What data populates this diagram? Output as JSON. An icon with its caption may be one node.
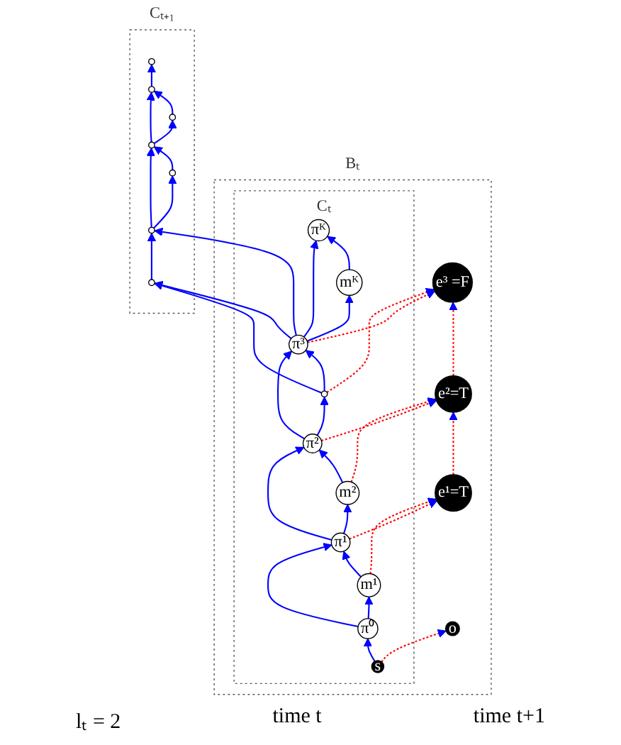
{
  "diagram": {
    "nodes": [
      {
        "text": [
          "Bₜ"
        ]
      },
      {
        "text": [
          "Cₜ"
        ],
        "in": 0
      },
      {
        "text": [
          "Cₜ₊₁"
        ]
      },
      {
        "text": [
          "πᴷ"
        ],
        "in": 1
      },
      {
        "text": [
          "mᴷ"
        ],
        "in": 1
      },
      {
        "text": [
          "π³"
        ],
        "in": 1
      },
      {
        "text": [],
        "shape": "circle",
        "in": 1
      },
      {
        "text": [
          "e³ =F"
        ],
        "in": 0
      },
      {
        "text": [
          "π²"
        ],
        "in": 1
      },
      {
        "text": [
          "m²"
        ],
        "in": 1
      },
      {
        "text": [
          "e²=T"
        ],
        "in": 0
      },
      {
        "text": [
          "π¹"
        ],
        "in": 1
      },
      {
        "text": [
          "m¹"
        ],
        "in": 1
      },
      {
        "text": [
          "e¹=T"
        ],
        "in": 0
      },
      {
        "text": [
          "π⁰"
        ],
        "in": 1
      },
      {
        "text": [
          "s"
        ],
        "in": 1
      },
      {
        "text": [
          "o"
        ],
        "in": 0
      },
      {
        "text": [],
        "shape": "circle",
        "in": 2
      },
      {
        "text": [],
        "shape": "circle",
        "in": 2
      },
      {
        "text": [],
        "shape": "circle",
        "in": 2
      },
      {
        "text": [],
        "shape": "circle",
        "in": 2
      },
      {
        "text": [],
        "shape": "circle",
        "in": 2
      },
      {
        "text": [],
        "shape": "circle",
        "in": 2
      },
      {
        "text": [],
        "shape": "circle",
        "in": 2
      }
    ],
    "edges": [
      {
        "from": 15,
        "to": 14,
        "arrow": "to"
      },
      {
        "from": 14,
        "to": 12,
        "arrow": "to"
      },
      {
        "from": 14,
        "to": 11,
        "arrow": "to"
      },
      {
        "from": 12,
        "to": 11,
        "arrow": "to"
      },
      {
        "from": 11,
        "to": 9,
        "arrow": "to"
      },
      {
        "from": 11,
        "to": 8,
        "arrow": "to"
      },
      {
        "from": 9,
        "to": 8,
        "arrow": "to"
      },
      {
        "from": 8,
        "to": 6,
        "arrow": "to"
      },
      {
        "from": 8,
        "to": 5,
        "arrow": "to"
      },
      {
        "from": 6,
        "to": 5,
        "arrow": "to"
      },
      {
        "from": 5,
        "to": 4,
        "arrow": "to"
      },
      {
        "from": 5,
        "to": 3,
        "arrow": "to"
      },
      {
        "from": 4,
        "to": 3,
        "arrow": "to"
      },
      {
        "from": 6,
        "to": 17,
        "arrow": "to"
      },
      {
        "from": 5,
        "to": 17,
        "arrow": "to"
      },
      {
        "from": 5,
        "to": 18,
        "arrow": "to"
      },
      {
        "from": 17,
        "to": 18,
        "arrow": "to"
      },
      {
        "from": 18,
        "to": 19,
        "arrow": "to"
      },
      {
        "from": 18,
        "to": 20,
        "arrow": "to"
      },
      {
        "from": 19,
        "to": 20,
        "arrow": "to"
      },
      {
        "from": 20,
        "to": 21,
        "arrow": "to"
      },
      {
        "from": 20,
        "to": 22,
        "arrow": "to"
      },
      {
        "from": 21,
        "to": 22,
        "arrow": "to"
      },
      {
        "from": 22,
        "to": 23,
        "arrow": "to"
      },
      {
        "from": 15,
        "to": 16,
        "arrow": "to",
        "style": "dashed",
        "color": "#ff0000"
      },
      {
        "from": 12,
        "to": 13,
        "arrow": "to",
        "style": "dashed",
        "color": "#ff0000"
      },
      {
        "from": 11,
        "to": 13,
        "arrow": "to",
        "style": "dashed",
        "color": "#ff0000"
      },
      {
        "from": 9,
        "to": 10,
        "arrow": "to",
        "style": "dashed",
        "color": "#ff0000"
      },
      {
        "from": 8,
        "to": 10,
        "arrow": "to",
        "style": "dashed",
        "color": "#ff0000"
      },
      {
        "from": 6,
        "to": 7,
        "arrow": "to",
        "style": "dashed",
        "color": "#ff0000"
      },
      {
        "from": 5,
        "to": 7,
        "arrow": "to",
        "style": "dashed",
        "color": "#ff0000"
      },
      {
        "from": 13,
        "to": 10,
        "arrow": "to",
        "style": "dashed",
        "color": "#ff0000"
      },
      {
        "from": 10,
        "to": 7,
        "arrow": "to",
        "style": "dashed",
        "color": "#ff0000"
      }
    ],
    "labels": [
      "lₜ = 2",
      "time t",
      "time t+1"
    ]
  }
}
